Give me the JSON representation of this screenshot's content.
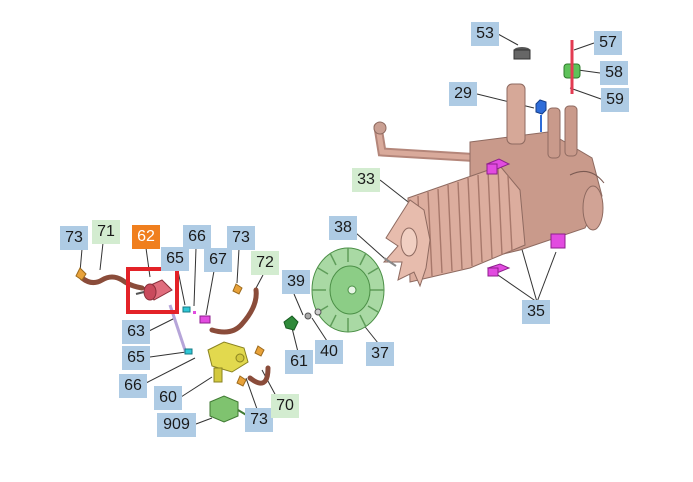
{
  "diagram": {
    "colors": {
      "label_blue": "#aecbe4",
      "label_green": "#d3ecd0",
      "label_orange": "#f07f1e",
      "highlight_frame": "#e32228",
      "motor": "#d7a99a",
      "fan": "#9fd49a",
      "valve": "#e2d94e",
      "clip": "#e24be0"
    },
    "labels": {
      "p53": "53",
      "p57": "57",
      "p58": "58",
      "p29": "29",
      "p59": "59",
      "p33": "33",
      "p73a": "73",
      "p71": "71",
      "p62": "62",
      "p65a": "65",
      "p66a": "66",
      "p73b": "73",
      "p67": "67",
      "p72": "72",
      "p38": "38",
      "p39": "39",
      "p63": "63",
      "p65b": "65",
      "p66b": "66",
      "p60": "60",
      "p909": "909",
      "p73c": "73",
      "p70": "70",
      "p61": "61",
      "p40": "40",
      "p37": "37",
      "p35": "35"
    },
    "highlighted_part": "62"
  }
}
